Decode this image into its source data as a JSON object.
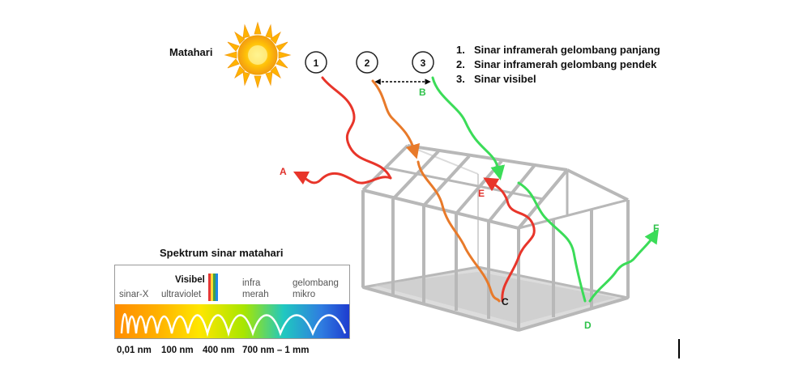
{
  "sun_label": "Matahari",
  "ray_numbers": [
    "1",
    "2",
    "3"
  ],
  "legend": [
    {
      "num": "1.",
      "text": "Sinar inframerah gelombang panjang"
    },
    {
      "num": "2.",
      "text": "Sinar inframerah gelombang pendek"
    },
    {
      "num": "3.",
      "text": "Sinar visibel"
    }
  ],
  "point_labels": {
    "A": "A",
    "B": "B",
    "C": "C",
    "D": "D",
    "E": "E",
    "F": "F"
  },
  "spectrum": {
    "title": "Spektrum sinar matahari",
    "visible_label": "Visibel",
    "band_labels": {
      "xray": "sinar-X",
      "uv": "ultraviolet",
      "ir_line1": "infra",
      "ir_line2": "merah",
      "mw_line1": "gelombang",
      "mw_line2": "mikro"
    },
    "ticks": [
      "0,01 nm",
      "100 nm",
      "400 nm",
      "700 nm – 1 mm"
    ]
  },
  "colors": {
    "ray_long_ir": "#e8352a",
    "ray_short_ir": "#e87a2a",
    "ray_visible": "#3bdc58",
    "label_red": "#e0302a",
    "label_green": "#2ec24a",
    "frame": "#b8b8b8",
    "sun": "#f7b500"
  }
}
